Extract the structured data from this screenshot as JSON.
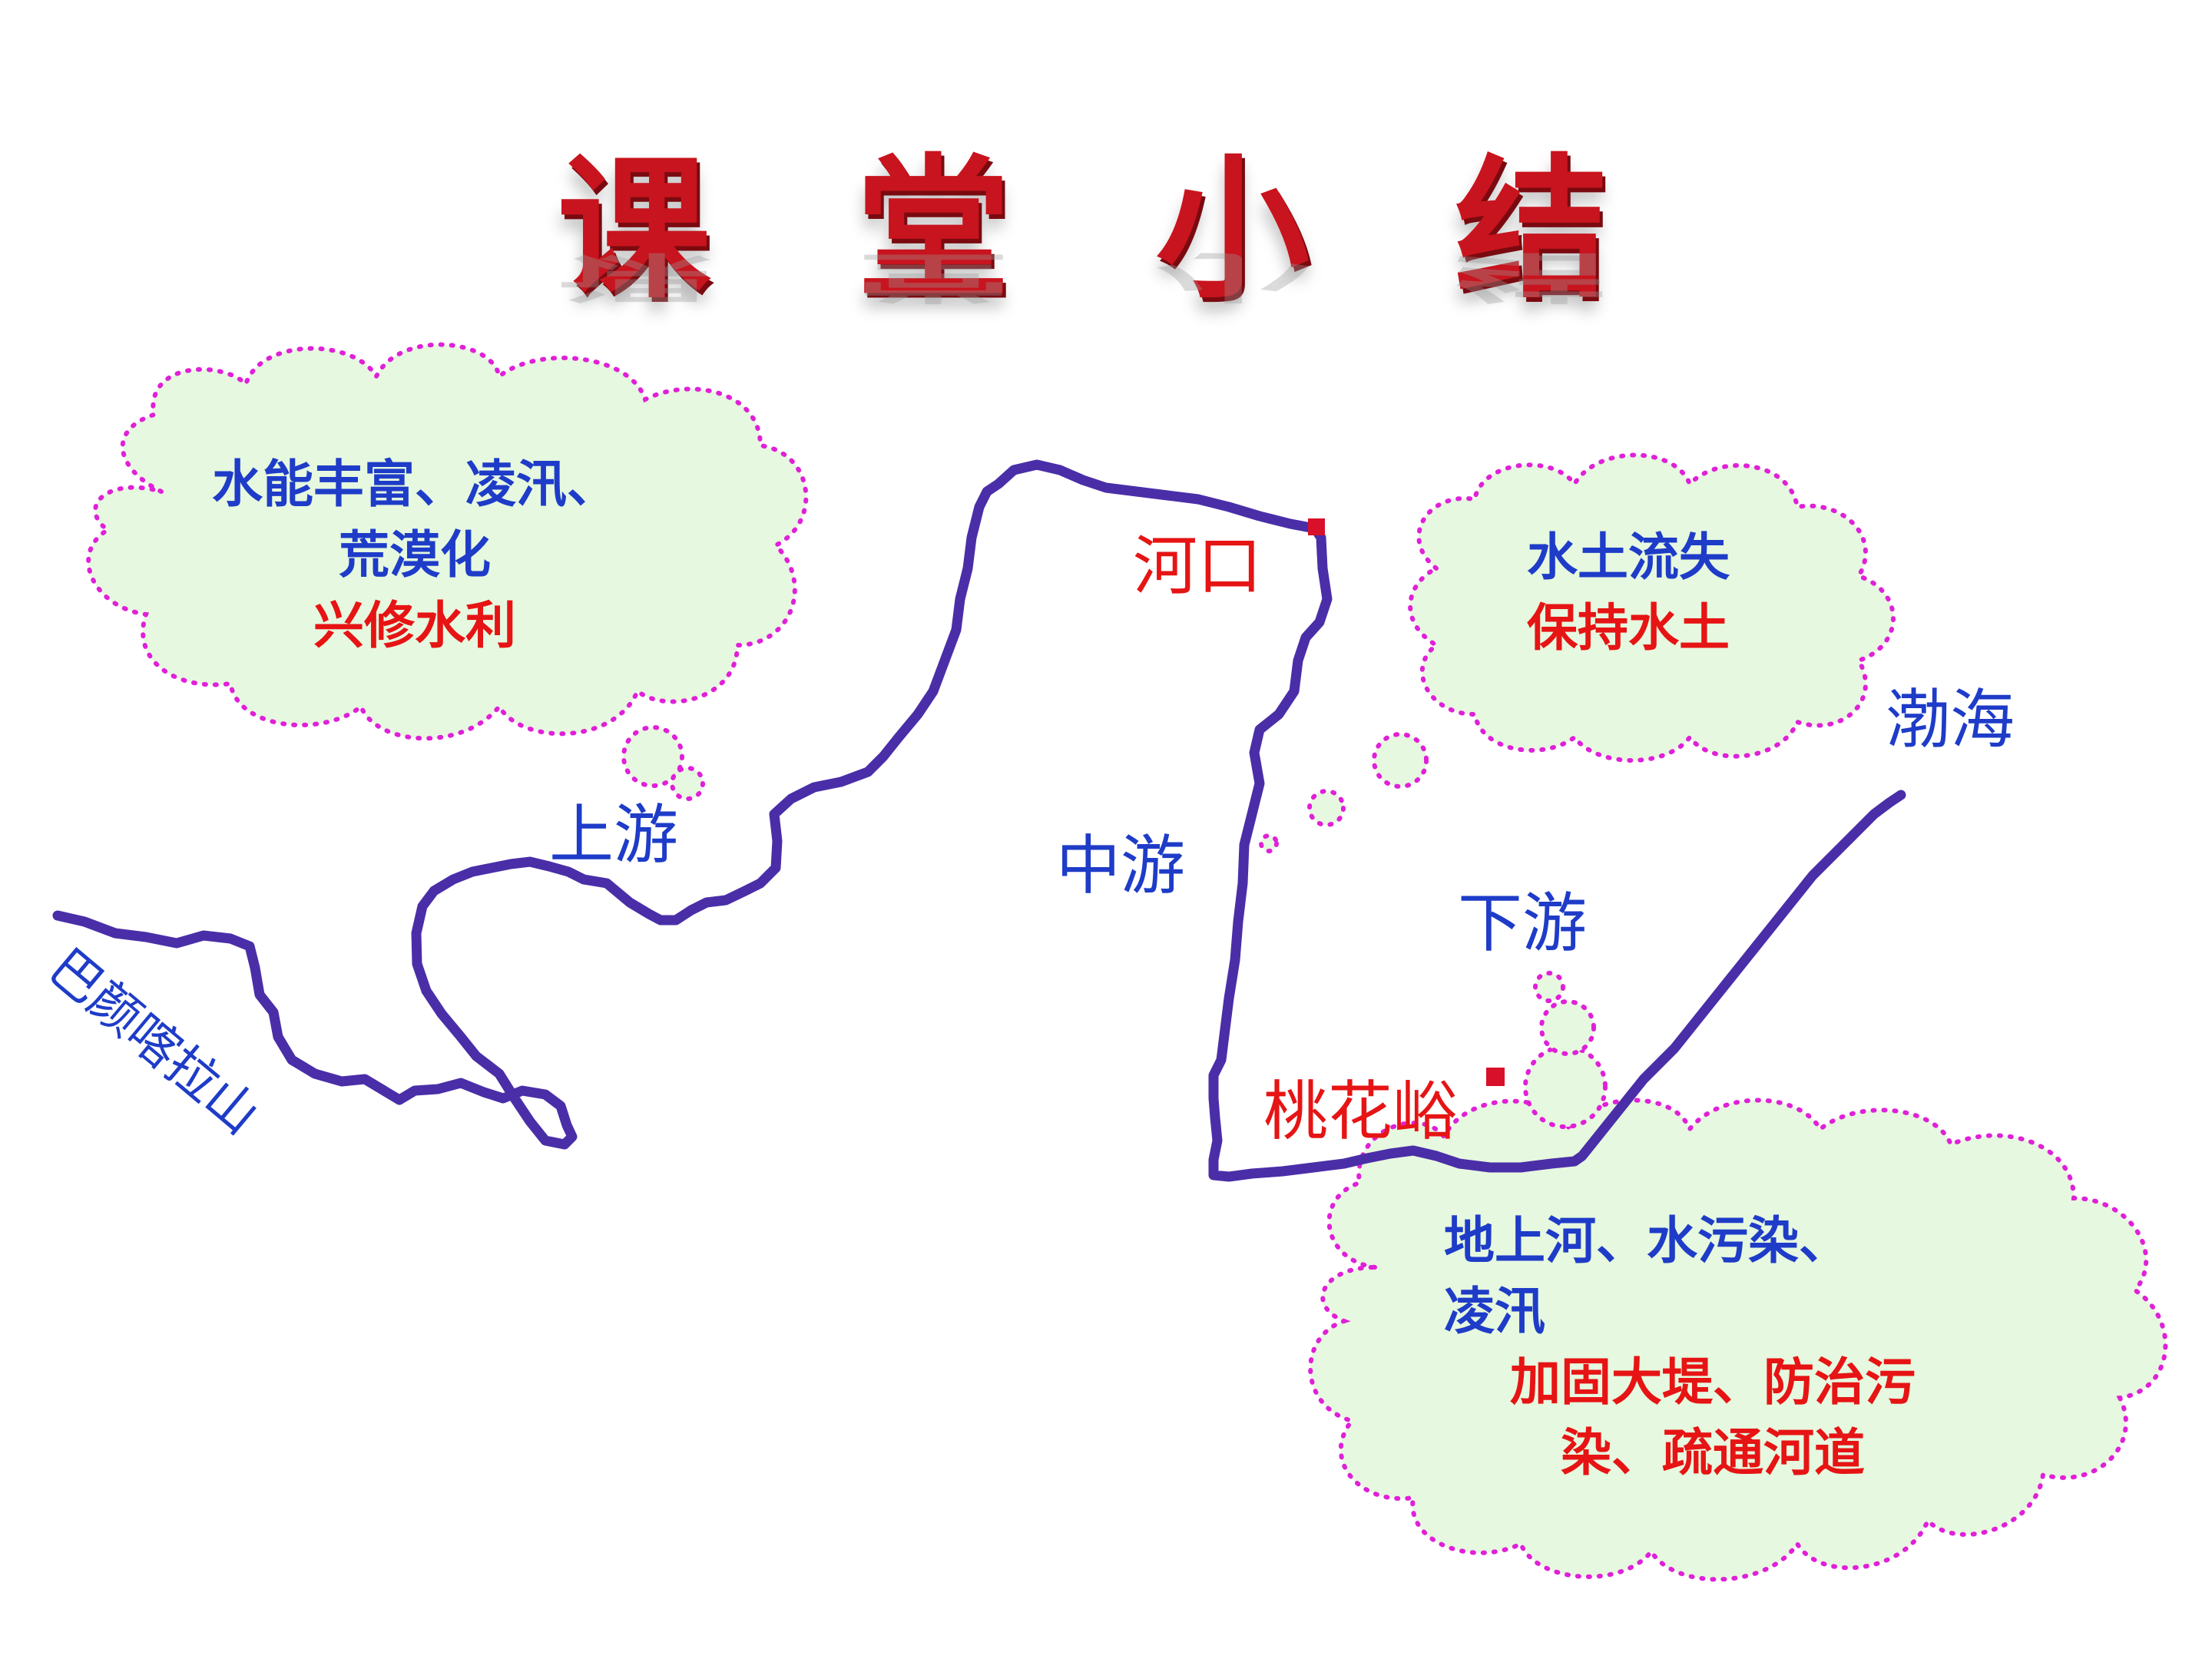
{
  "title": "课 堂 小 结",
  "colors": {
    "river": "#4a2ea8",
    "cloud_fill": "#e6f8df",
    "cloud_border": "#e020d8",
    "blue_text": "#1e3cc8",
    "red_text": "#e61414",
    "title": "#c8141e"
  },
  "labels": {
    "source": "巴颜喀拉山",
    "upper": "上游",
    "middle": "中游",
    "lower": "下游",
    "hekou": "河口",
    "taohuayu": "桃花峪",
    "bohai": "渤海"
  },
  "clouds": {
    "upper": {
      "problems": [
        "水能丰富、凌汛、",
        "荒漠化"
      ],
      "measures": [
        "兴修水利"
      ]
    },
    "middle": {
      "problems": [
        "水土流失"
      ],
      "measures": [
        "保持水土"
      ]
    },
    "lower": {
      "problems": [
        "地上河、水污染、",
        "凌汛"
      ],
      "measures": [
        "加固大堤、防治污",
        "染、疏通河道"
      ]
    }
  }
}
